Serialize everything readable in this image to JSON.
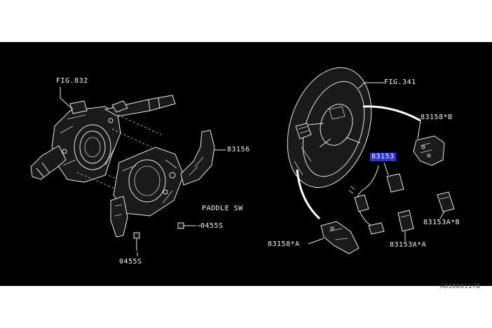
{
  "labels": {
    "fig832": "FIG.832",
    "fig341": "FIG.341",
    "p83156": "83156",
    "p83158b": "83158*B",
    "p83153": "83153",
    "paddle_sw": "PADDLE SW",
    "p0455s_right": "0455S",
    "p0455s_bottom": "0455S",
    "p83158a": "83158*A",
    "p83153a_a": "83153A*A",
    "p83153a_b": "83153A*B"
  },
  "reference_code": "A830D0117B",
  "colors": {
    "background": "#000000",
    "line_art": "#e8e8e8",
    "highlight": "#2b33d6"
  }
}
